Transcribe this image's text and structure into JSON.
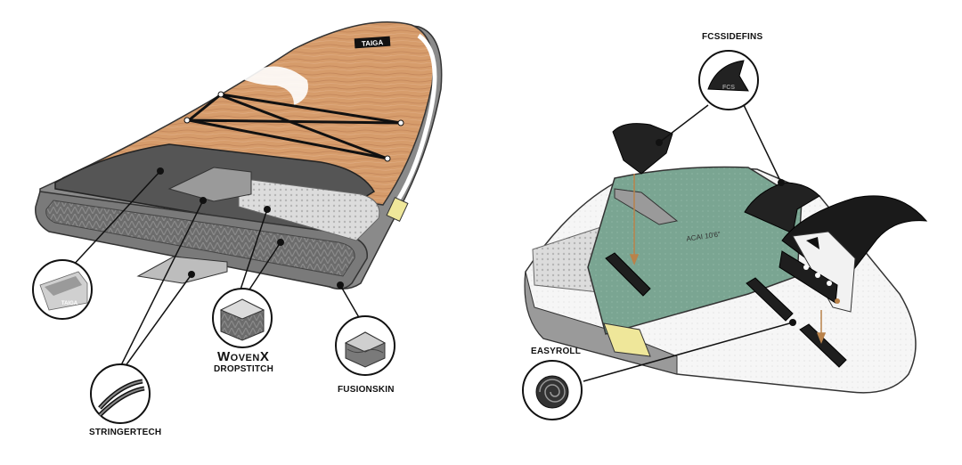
{
  "labels": {
    "fcs_side_fins": "FCSSIDEFINS",
    "easyroll": "EASYROLL",
    "stringertech": "STRINGERTECH",
    "wovenx": "WovenX",
    "dropstitch": "DROPSTITCH",
    "fusionskin": "FUSIONSKIN"
  },
  "brand": {
    "logo": "TAIGA",
    "fin_logo": "FCS",
    "board_print": "ACAI 10'6\""
  },
  "colors": {
    "wood": "#d59a68",
    "deck_pad": "#505050",
    "rail": "#8a8a8a",
    "green_deck": "#7aa592",
    "fin": "#1e1e1e",
    "handle_tab": "#efe79a",
    "rope": "#111111"
  }
}
